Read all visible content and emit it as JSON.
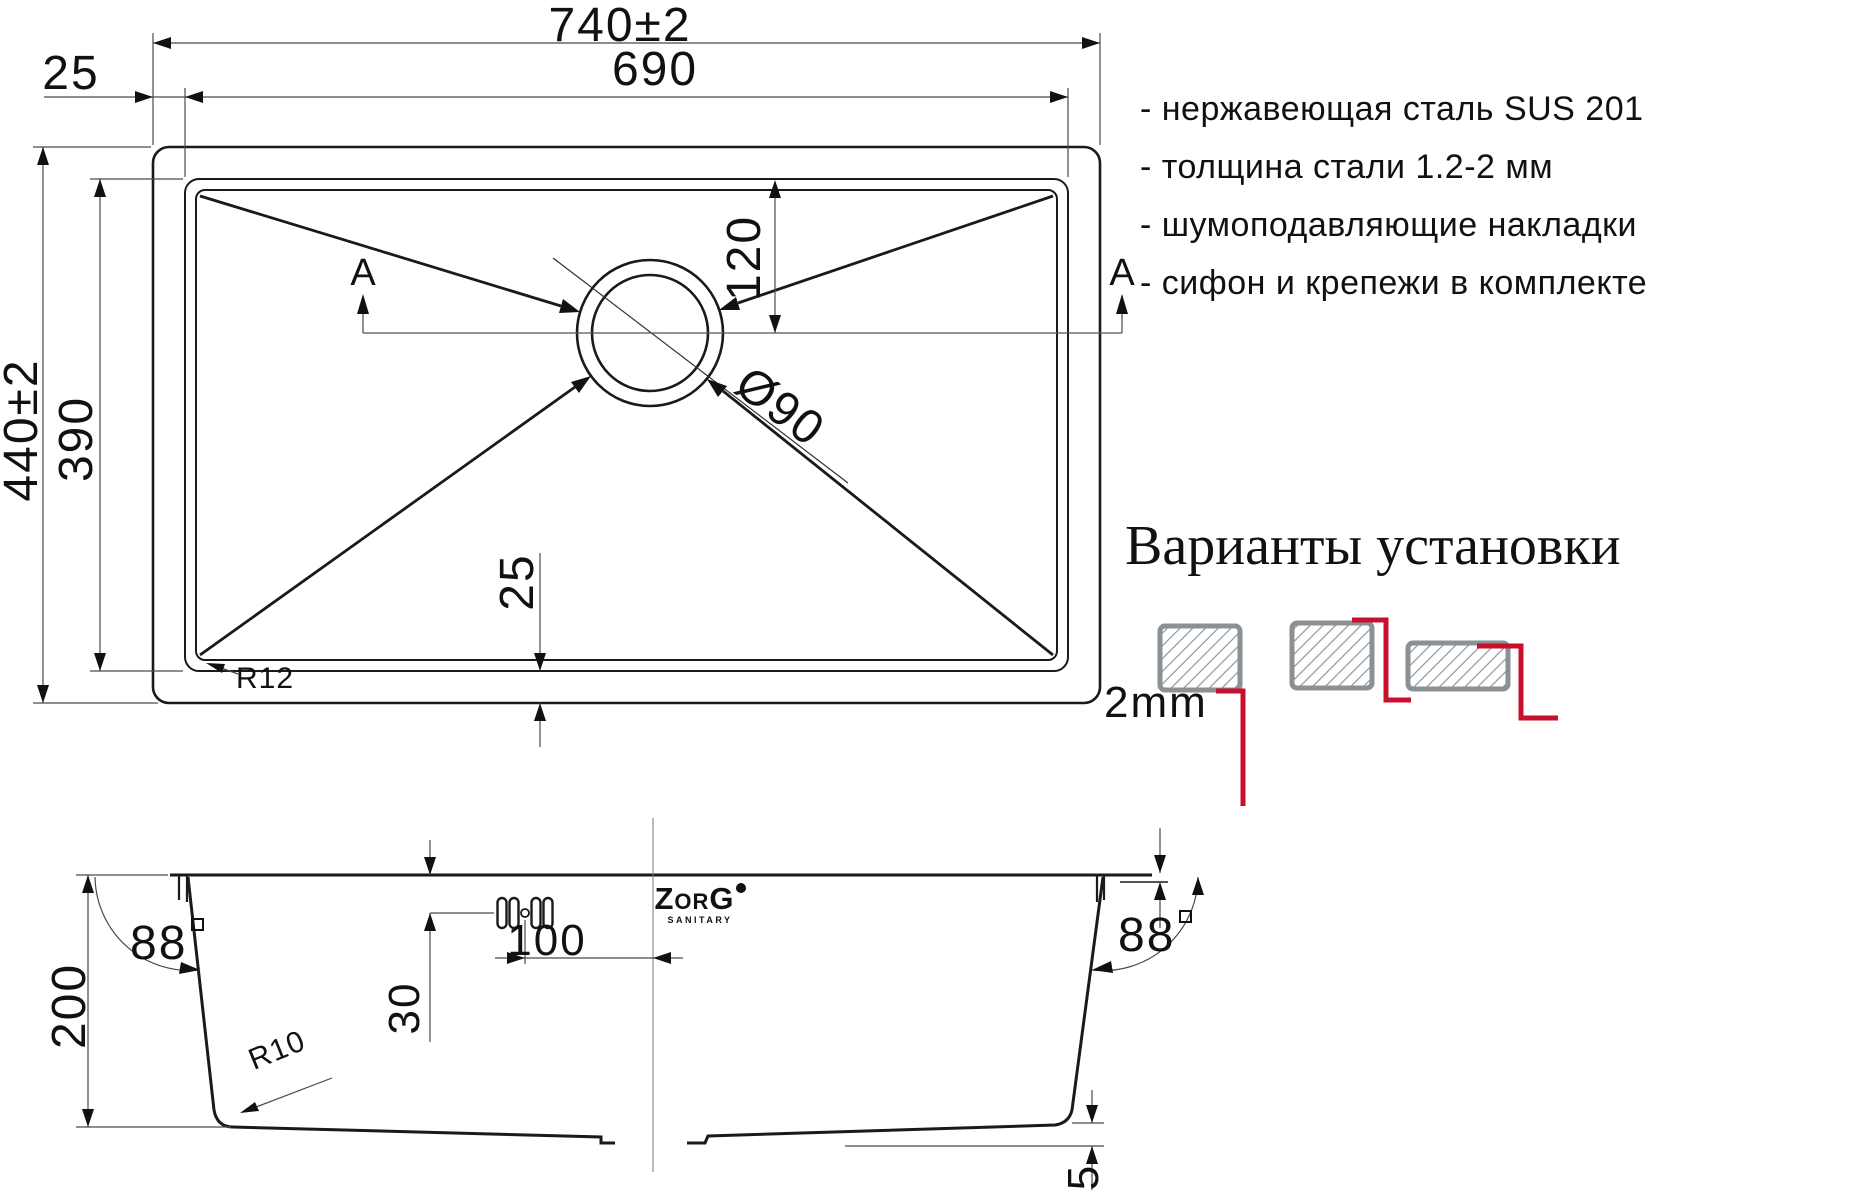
{
  "specs": {
    "items": [
      "- нержавеющая сталь SUS 201",
      "- толщина стали 1.2-2 мм",
      "- шумоподавляющие накладки",
      "- сифон и крепежи в комплекте"
    ]
  },
  "install_title": "Варианты установки",
  "top_view": {
    "dim_width_overall": "740±2",
    "dim_width_bowl": "690",
    "dim_edge_left": "25",
    "dim_height_overall": "440±2",
    "dim_height_bowl": "390",
    "dim_drain_from_top": "120",
    "dim_drain_diameter": "Ø90",
    "dim_edge_bottom": "25",
    "label_corner_radius": "R12",
    "section_marker": "A"
  },
  "section_view": {
    "dim_rim_thickness": "2mm",
    "dim_angle": "88",
    "dim_depth": "200",
    "dim_hole_from_top": "30",
    "dim_hole_to_center": "100",
    "label_bottom_radius": "R10",
    "dim_bottom_slope": "5"
  },
  "logo": {
    "part1": "Z",
    "part2": "or",
    "part3": "G",
    "subtitle": "SANITARY"
  },
  "colors": {
    "red": "#C8102E",
    "gray_border": "#8a9094",
    "line": "#1a1a1a"
  }
}
